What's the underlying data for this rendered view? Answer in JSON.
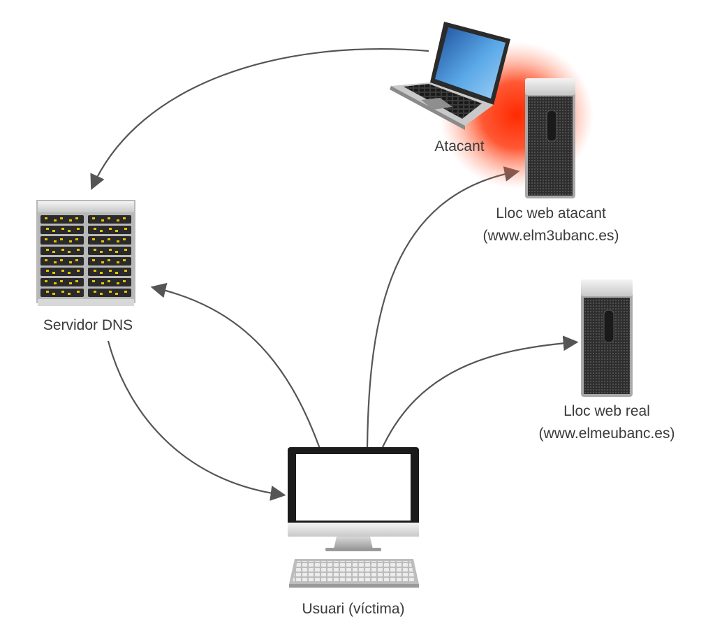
{
  "nodes": {
    "attacker": {
      "label": "Atacant",
      "glow_color": "#ff2a00"
    },
    "dns_server": {
      "label": "Servidor DNS",
      "led_color": "#e8c200"
    },
    "attacker_site": {
      "line1": "Lloc web atacant",
      "line2": "(www.elm3ubanc.es)"
    },
    "real_site": {
      "line1": "Lloc web real",
      "line2": "(www.elmeubanc.es)"
    },
    "victim": {
      "label": "Usuari (víctima)"
    }
  },
  "colors": {
    "arrow": "#555555",
    "text": "#3a3a3a"
  }
}
